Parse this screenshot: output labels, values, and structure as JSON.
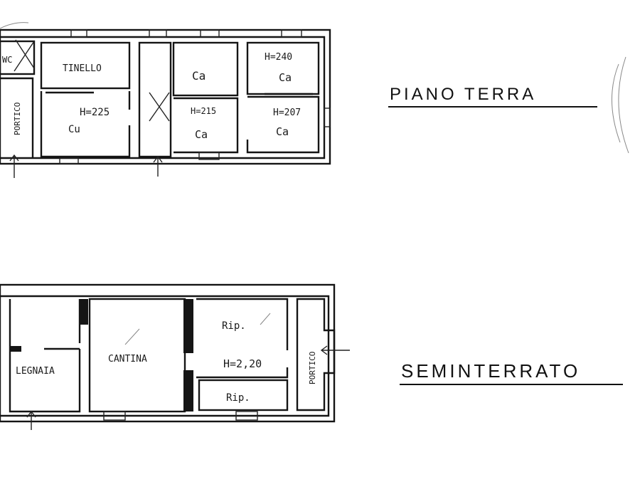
{
  "floors": {
    "ground": {
      "title": "PIANO TERRA",
      "rooms": {
        "wc": "WC",
        "portico": "PORTICO",
        "tinello": "TINELLO",
        "cu": "Cu",
        "h1": "H=225",
        "ca_top_left": "Ca",
        "h2": "H=215",
        "ca_bottom_left": "Ca",
        "h3": "H=240",
        "ca_top_right": "Ca",
        "h4": "H=207",
        "ca_bottom_right": "Ca"
      }
    },
    "basement": {
      "title": "SEMINTERRATO",
      "rooms": {
        "legnaia": "LEGNAIA",
        "cantina": "CANTINA",
        "rip_top": "Rip.",
        "h": "H=2,20",
        "rip_bottom": "Rip.",
        "portico": "PORTICO"
      }
    }
  }
}
